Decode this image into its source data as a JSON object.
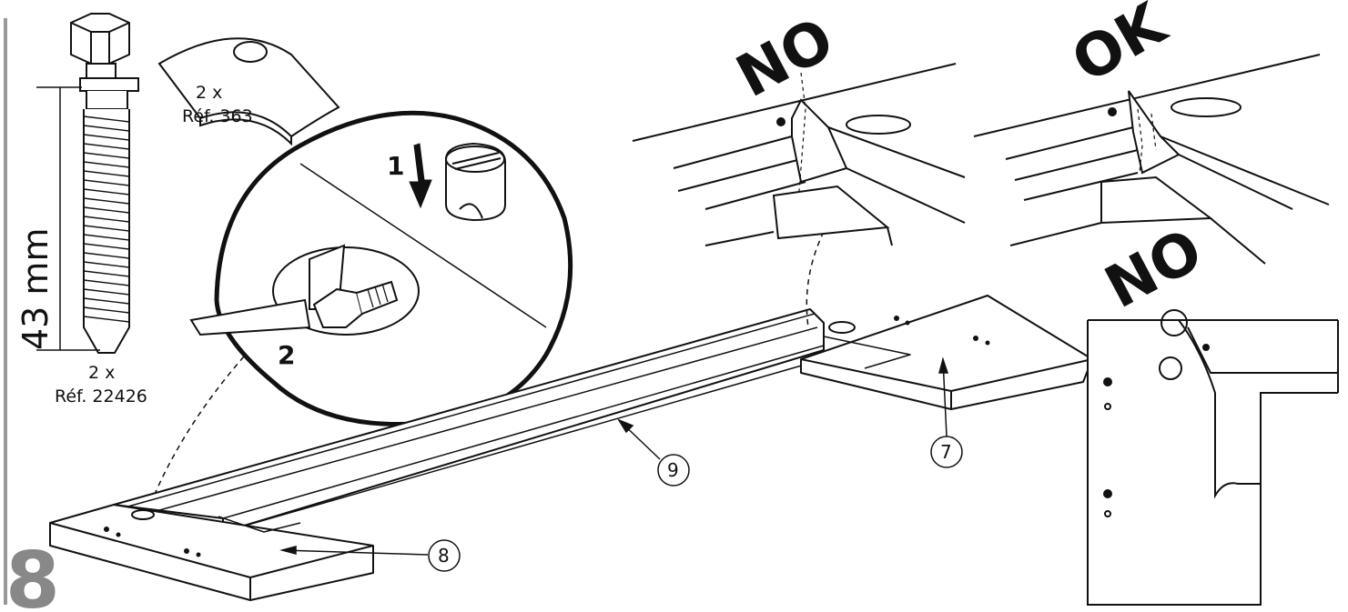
{
  "step": {
    "number": "8"
  },
  "bolt": {
    "length_label": "43 mm",
    "quantity": "2 x",
    "reference": "Réf. 22426"
  },
  "cam_cover": {
    "quantity": "2 x",
    "reference": "Réf. 363"
  },
  "detail": {
    "sub_step_1": "1",
    "sub_step_2": "2"
  },
  "verdicts": {
    "wrong_left": "NO",
    "right_ok": "OK",
    "wrong_corner": "NO"
  },
  "parts": {
    "panel_7": "7",
    "panel_8": "8",
    "rail_9": "9"
  },
  "colors": {
    "line": "#111111",
    "step_number": "#888888",
    "margin_bar": "#999999"
  }
}
